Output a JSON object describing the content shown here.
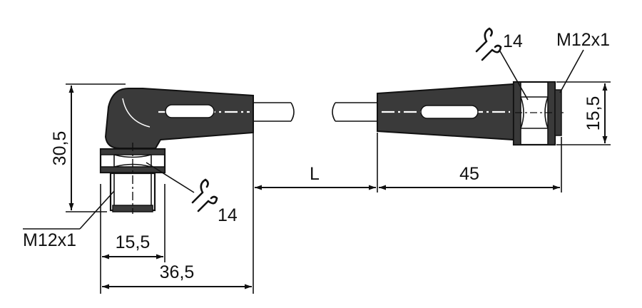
{
  "labels": {
    "height": "30,5",
    "thread_left": "M12x1",
    "wrench_left": "14",
    "nut_width": "15,5",
    "total_width": "36,5",
    "cable_length": "L",
    "connector_length": "45",
    "wrench_right": "14",
    "thread_right": "M12x1",
    "nut_height": "15,5"
  },
  "icons": {
    "wrench_left": "wrench-icon",
    "wrench_right": "wrench-icon"
  }
}
